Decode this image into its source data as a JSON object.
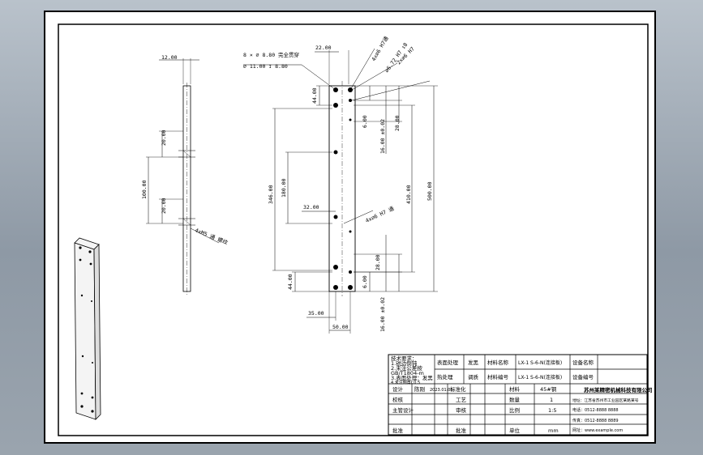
{
  "dims": {
    "thickness": "12.00",
    "top_width": "22.00",
    "side_20_a": "20.00",
    "side_20_b": "20.00",
    "side_100": "100.00",
    "hole_note_side": "4xM5 通 螺纹",
    "countersink_1": "8 × ⌀ 8.80 完全贯穿",
    "countersink_2": "⌀ 11.00 ↧ 8.80",
    "top_44": "44.00",
    "top_6": "6.00",
    "top_28": "28.00",
    "top_16": "16.00 ±0.02",
    "overall_500": "500.00",
    "mid_410": "410.00",
    "mid_346": "346.00",
    "mid_180": "180.00",
    "mid_32": "32.00",
    "mid_note": "4x⌀6 H7 通",
    "bot_28": "28.00",
    "bot_6": "6.00",
    "bot_44": "44.00",
    "bot_16": "16.00 ±0.02",
    "bot_35": "35.00",
    "bot_50": "50.00",
    "callout_1": "4x⌀6 H7通",
    "callout_2": "⌀6.72 H7 ↧8",
    "callout_3": "2x⌀6 H7"
  },
  "title_block": {
    "notes": [
      "技术要求：",
      "1.锐边倒钝",
      "2.未注公差按",
      "  GB/T1804-m",
      "3.表面处理：发黑",
      "4.未注倒角C0.5"
    ],
    "surface_treatment_label": "表面处理",
    "surface_treatment_value": "发黑",
    "heat_treatment_label": "热处理",
    "heat_treatment_value": "调质",
    "material_label": "材料名称",
    "material_value": "LX-1 S-6-N(连接板)",
    "equipment_name_label": "设备名称",
    "part_no_label": "材料编号",
    "part_no_value": "LX-1 S-6-N(连接板)",
    "equipment_no_label": "设备编号",
    "designer_label": "设计",
    "designer_name": "陈刚",
    "date": "2023.01.05",
    "standardization_label": "标准化",
    "process_label": "工艺",
    "checker_label": "校核",
    "approver_label": "审核",
    "main_designer_label": "主管设计",
    "approve_label": "批准",
    "material_grade_label": "材料",
    "material_grade_value": "45#钢",
    "quantity_label": "数量",
    "quantity_value": "1",
    "scale_label": "比例",
    "scale_value": "1:5",
    "unit_label": "单位",
    "unit_value": "mm",
    "company_name": "苏州某精密机械科技有限公司",
    "company_address": "地址：江苏省苏州市工业园区某路某号",
    "company_tel": "电话：0512-8888 8888",
    "company_fax": "传真：0512-8888 8889",
    "company_web": "网址：www.example.com"
  }
}
